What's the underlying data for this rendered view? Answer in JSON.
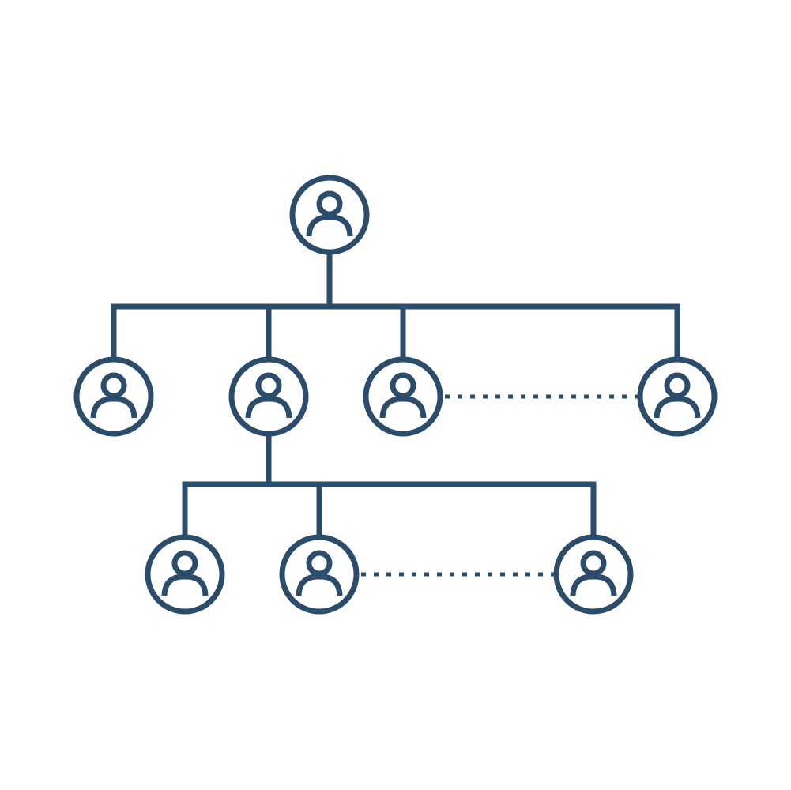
{
  "diagram": {
    "type": "org-chart",
    "color": "#2b4d6b",
    "background": "#ffffff",
    "node_icon": "person-icon",
    "nodes": [
      {
        "id": "root",
        "level": 0
      },
      {
        "id": "l1-a",
        "level": 1,
        "parent": "root"
      },
      {
        "id": "l1-b",
        "level": 1,
        "parent": "root"
      },
      {
        "id": "l1-c",
        "level": 1,
        "parent": "root"
      },
      {
        "id": "l1-d",
        "level": 1,
        "parent": "root"
      },
      {
        "id": "l2-a",
        "level": 2,
        "parent": "l1-b"
      },
      {
        "id": "l2-b",
        "level": 2,
        "parent": "l1-b"
      },
      {
        "id": "l2-c",
        "level": 2,
        "parent": "l1-b"
      }
    ],
    "dotted_links": [
      {
        "from": "l1-c",
        "to": "l1-d"
      },
      {
        "from": "l2-b",
        "to": "l2-c"
      }
    ]
  }
}
